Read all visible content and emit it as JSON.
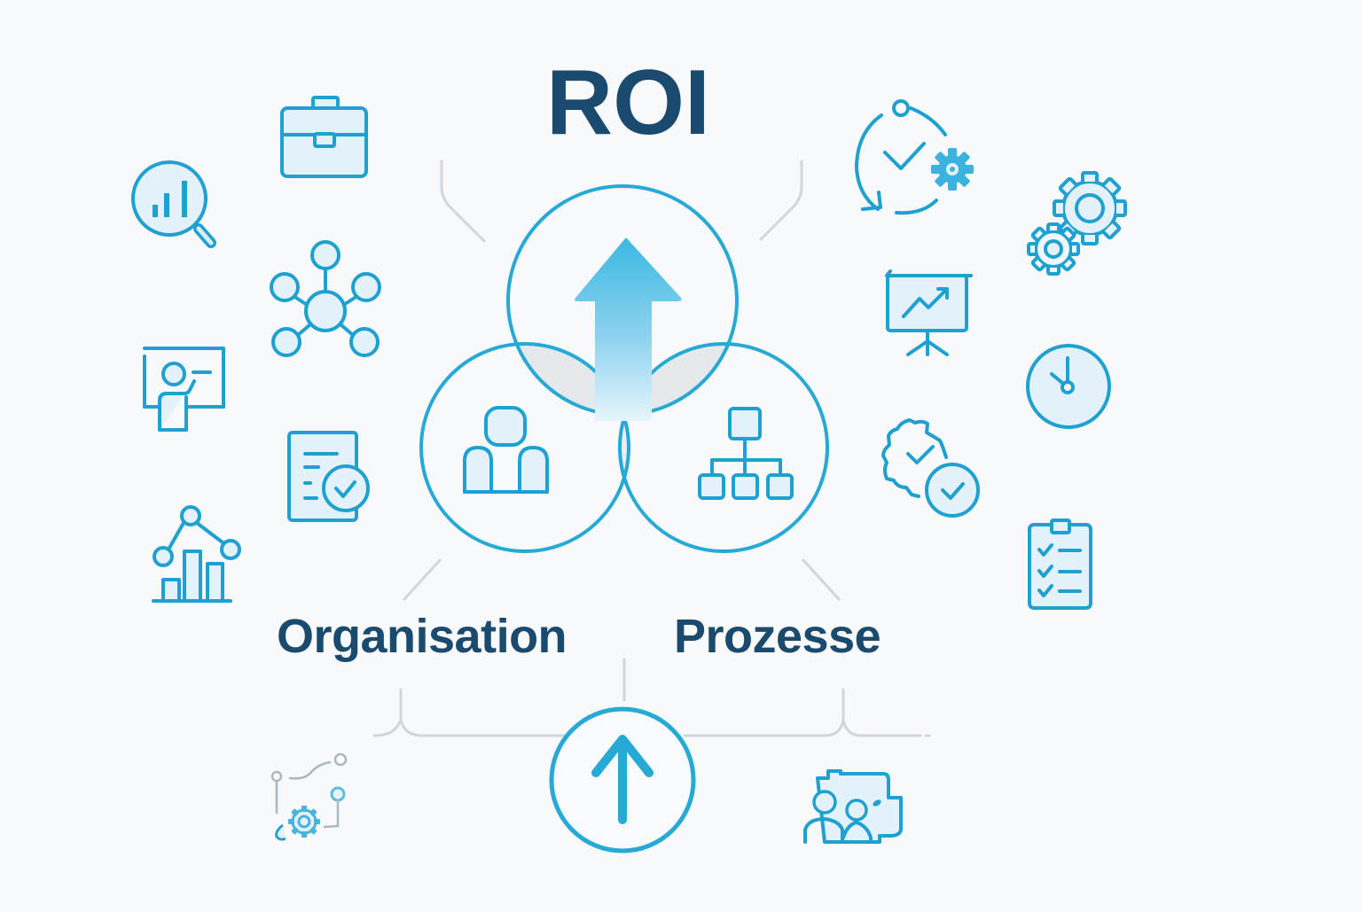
{
  "diagram": {
    "title": "ROI",
    "venn": {
      "top_circle": {
        "icon": "arrow-up-icon",
        "meaning": "ROI growth"
      },
      "left_circle": {
        "label": "Organisation",
        "icon": "people-icon"
      },
      "right_circle": {
        "label": "Prozesse",
        "icon": "org-chart-icon"
      }
    },
    "bottom_badge": {
      "icon": "arrow-up-icon"
    },
    "left_icons": [
      "briefcase-icon",
      "magnifier-bar-chart-icon",
      "network-nodes-icon",
      "presenter-whiteboard-icon",
      "document-check-icon",
      "chart-trend-bars-icon"
    ],
    "right_icons": [
      "cycle-check-gear-icon",
      "gears-icon",
      "presentation-growth-icon",
      "clock-icon",
      "gear-check-icon",
      "clipboard-checklist-icon"
    ],
    "bottom_icons": [
      "workflow-gear-icon",
      "team-puzzle-icon"
    ],
    "colors": {
      "accent": "#1ea0d0",
      "accent_fill": "#e3f2fa",
      "text": "#1a4a6e",
      "connector": "#cfd6dc",
      "background": "#f8f9fa"
    }
  }
}
